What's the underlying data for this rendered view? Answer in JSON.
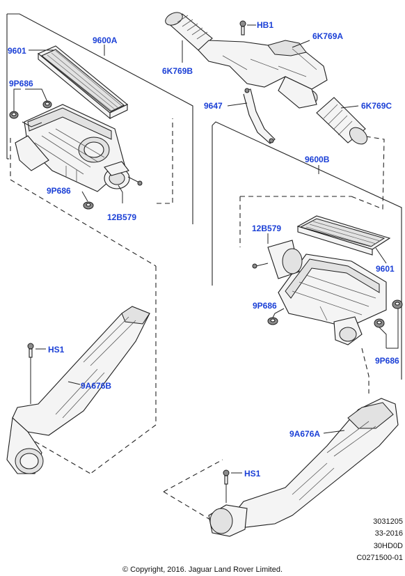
{
  "labels": {
    "p9601_top": "9601",
    "p9600A": "9600A",
    "p9P686_a": "9P686",
    "p9P686_b": "9P686",
    "p12B579_top": "12B579",
    "pHB1": "HB1",
    "p6K769A": "6K769A",
    "p6K769B": "6K769B",
    "p9647": "9647",
    "p6K769C": "6K769C",
    "p9600B": "9600B",
    "p12B579_right": "12B579",
    "p9601_right": "9601",
    "p9P686_c": "9P686",
    "p9P686_d": "9P686",
    "pHS1_left": "HS1",
    "p9A676B": "9A676B",
    "p9A676A": "9A676A",
    "pHS1_bottom": "HS1"
  },
  "codes": [
    "3031205",
    "33-2016",
    "30HD0D",
    "C0271500-01"
  ],
  "copyright": "© Copyright, 2016. Jaguar Land Rover Limited.",
  "colors": {
    "label": "#1a3fd6",
    "line": "#1c1c1c"
  }
}
